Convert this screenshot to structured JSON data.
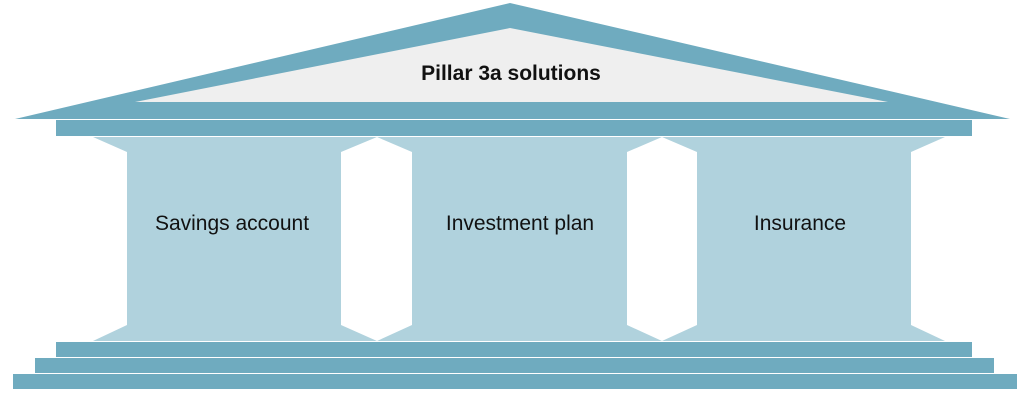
{
  "diagram": {
    "title": "Pillar 3a solutions",
    "pillars": [
      {
        "label": "Savings account"
      },
      {
        "label": "Investment plan"
      },
      {
        "label": "Insurance"
      }
    ]
  },
  "colors": {
    "structure": "#6fabbf",
    "pillar_fill": "#b0d2dd",
    "roof_inner": "#efefef",
    "background": "#ffffff"
  }
}
